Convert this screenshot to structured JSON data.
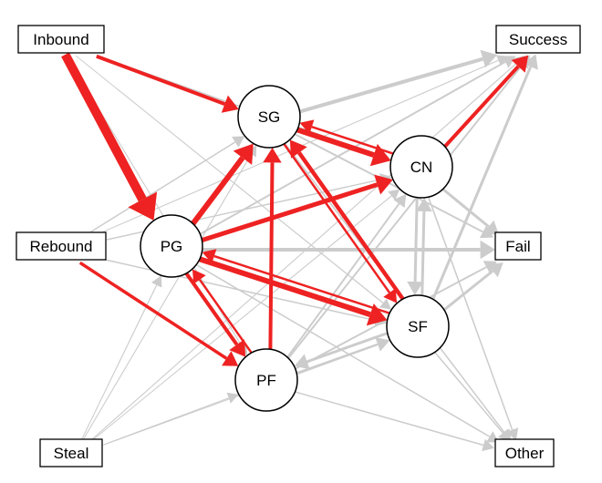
{
  "colors": {
    "highlight": "#ee2222",
    "muted": "#cccccc",
    "node_stroke": "#000000",
    "node_fill": "#ffffff"
  },
  "nodes": [
    {
      "id": "Inbound",
      "label": "Inbound",
      "shape": "box"
    },
    {
      "id": "Rebound",
      "label": "Rebound",
      "shape": "box"
    },
    {
      "id": "Steal",
      "label": "Steal",
      "shape": "box"
    },
    {
      "id": "Success",
      "label": "Success",
      "shape": "box"
    },
    {
      "id": "Fail",
      "label": "Fail",
      "shape": "box"
    },
    {
      "id": "Other",
      "label": "Other",
      "shape": "box"
    },
    {
      "id": "SG",
      "label": "SG",
      "shape": "circle"
    },
    {
      "id": "CN",
      "label": "CN",
      "shape": "circle"
    },
    {
      "id": "PG",
      "label": "PG",
      "shape": "circle"
    },
    {
      "id": "SF",
      "label": "SF",
      "shape": "circle"
    },
    {
      "id": "PF",
      "label": "PF",
      "shape": "circle"
    }
  ],
  "edges": [
    {
      "from": "Inbound",
      "to": "PG",
      "weight": 10,
      "highlight": true
    },
    {
      "from": "Inbound",
      "to": "SG",
      "weight": 4,
      "highlight": true
    },
    {
      "from": "Rebound",
      "to": "PF",
      "weight": 3.5,
      "highlight": true
    },
    {
      "from": "PG",
      "to": "SF",
      "weight": 6,
      "highlight": true
    },
    {
      "from": "PG",
      "to": "CN",
      "weight": 5,
      "highlight": true
    },
    {
      "from": "PG",
      "to": "SG",
      "weight": 6,
      "highlight": true
    },
    {
      "from": "PG",
      "to": "PF",
      "weight": 4,
      "highlight": true
    },
    {
      "from": "SG",
      "to": "CN",
      "weight": 6,
      "highlight": true
    },
    {
      "from": "SF",
      "to": "SG",
      "weight": 4.5,
      "highlight": true
    },
    {
      "from": "SG",
      "to": "SF",
      "weight": 2.5,
      "highlight": true
    },
    {
      "from": "PF",
      "to": "SG",
      "weight": 4,
      "highlight": true
    },
    {
      "from": "CN",
      "to": "Success",
      "weight": 4,
      "highlight": true
    },
    {
      "from": "CN",
      "to": "SG",
      "weight": 2.5,
      "highlight": true
    },
    {
      "from": "PF",
      "to": "PG",
      "weight": 2.5,
      "highlight": true
    },
    {
      "from": "SF",
      "to": "PG",
      "weight": 2.5,
      "highlight": true
    },
    {
      "from": "SG",
      "to": "Success",
      "weight": 4,
      "highlight": false
    },
    {
      "from": "PG",
      "to": "Fail",
      "weight": 4,
      "highlight": false
    },
    {
      "from": "CN",
      "to": "Fail",
      "weight": 3,
      "highlight": false
    },
    {
      "from": "SF",
      "to": "Fail",
      "weight": 3,
      "highlight": false
    },
    {
      "from": "SF",
      "to": "PF",
      "weight": 3,
      "highlight": false
    },
    {
      "from": "PF",
      "to": "SF",
      "weight": 2.5,
      "highlight": false
    },
    {
      "from": "SF",
      "to": "CN",
      "weight": 3,
      "highlight": false
    },
    {
      "from": "CN",
      "to": "SF",
      "weight": 3,
      "highlight": false
    },
    {
      "from": "SF",
      "to": "Success",
      "weight": 3,
      "highlight": false
    },
    {
      "from": "PG",
      "to": "Success",
      "weight": 2,
      "highlight": false
    },
    {
      "from": "PF",
      "to": "Success",
      "weight": 2,
      "highlight": false
    },
    {
      "from": "PF",
      "to": "Fail",
      "weight": 2,
      "highlight": false
    },
    {
      "from": "PF",
      "to": "CN",
      "weight": 2,
      "highlight": false
    },
    {
      "from": "SG",
      "to": "Fail",
      "weight": 2,
      "highlight": false
    },
    {
      "from": "SG",
      "to": "Other",
      "weight": 1.5,
      "highlight": false
    },
    {
      "from": "CN",
      "to": "Other",
      "weight": 1.5,
      "highlight": false
    },
    {
      "from": "SF",
      "to": "Other",
      "weight": 1.5,
      "highlight": false
    },
    {
      "from": "PF",
      "to": "Other",
      "weight": 1.5,
      "highlight": false
    },
    {
      "from": "PG",
      "to": "Other",
      "weight": 1.5,
      "highlight": false
    },
    {
      "from": "Rebound",
      "to": "SG",
      "weight": 1.5,
      "highlight": false
    },
    {
      "from": "Rebound",
      "to": "CN",
      "weight": 1.5,
      "highlight": false
    },
    {
      "from": "Rebound",
      "to": "SF",
      "weight": 1.5,
      "highlight": false
    },
    {
      "from": "Inbound",
      "to": "CN",
      "weight": 1.5,
      "highlight": false
    },
    {
      "from": "Inbound",
      "to": "SF",
      "weight": 1,
      "highlight": false
    },
    {
      "from": "Inbound",
      "to": "PF",
      "weight": 1,
      "highlight": false
    },
    {
      "from": "Steal",
      "to": "PG",
      "weight": 1,
      "highlight": false
    },
    {
      "from": "Steal",
      "to": "SG",
      "weight": 1,
      "highlight": false
    },
    {
      "from": "Steal",
      "to": "CN",
      "weight": 1,
      "highlight": false
    },
    {
      "from": "Steal",
      "to": "SF",
      "weight": 1,
      "highlight": false
    },
    {
      "from": "Steal",
      "to": "PF",
      "weight": 1,
      "highlight": false
    },
    {
      "from": "Steal",
      "to": "Success",
      "weight": 1,
      "highlight": false
    },
    {
      "from": "Rebound",
      "to": "Success",
      "weight": 1,
      "highlight": false
    }
  ]
}
